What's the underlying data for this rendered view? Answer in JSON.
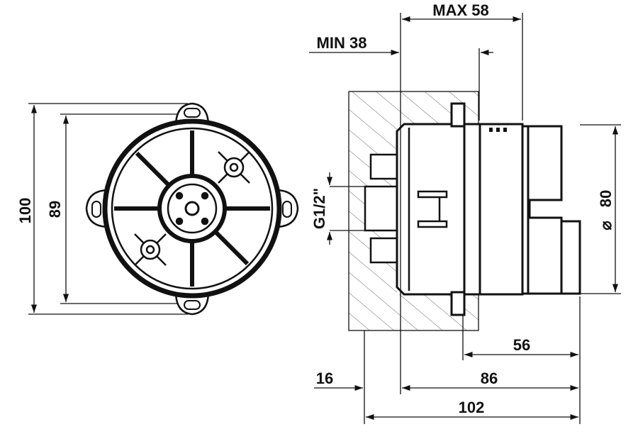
{
  "front_view": {
    "dim_outer": "100",
    "dim_inner": "89"
  },
  "side_view": {
    "max_label": "MAX 58",
    "min_label": "MIN 38",
    "thread_label": "G1/2\"",
    "diameter_symbol": "⌀",
    "diameter_value": "80",
    "dim_56": "56",
    "dim_16": "16",
    "dim_86": "86",
    "dim_102": "102"
  },
  "colors": {
    "line": "#111111",
    "hatch": "#666666",
    "background": "#ffffff"
  }
}
